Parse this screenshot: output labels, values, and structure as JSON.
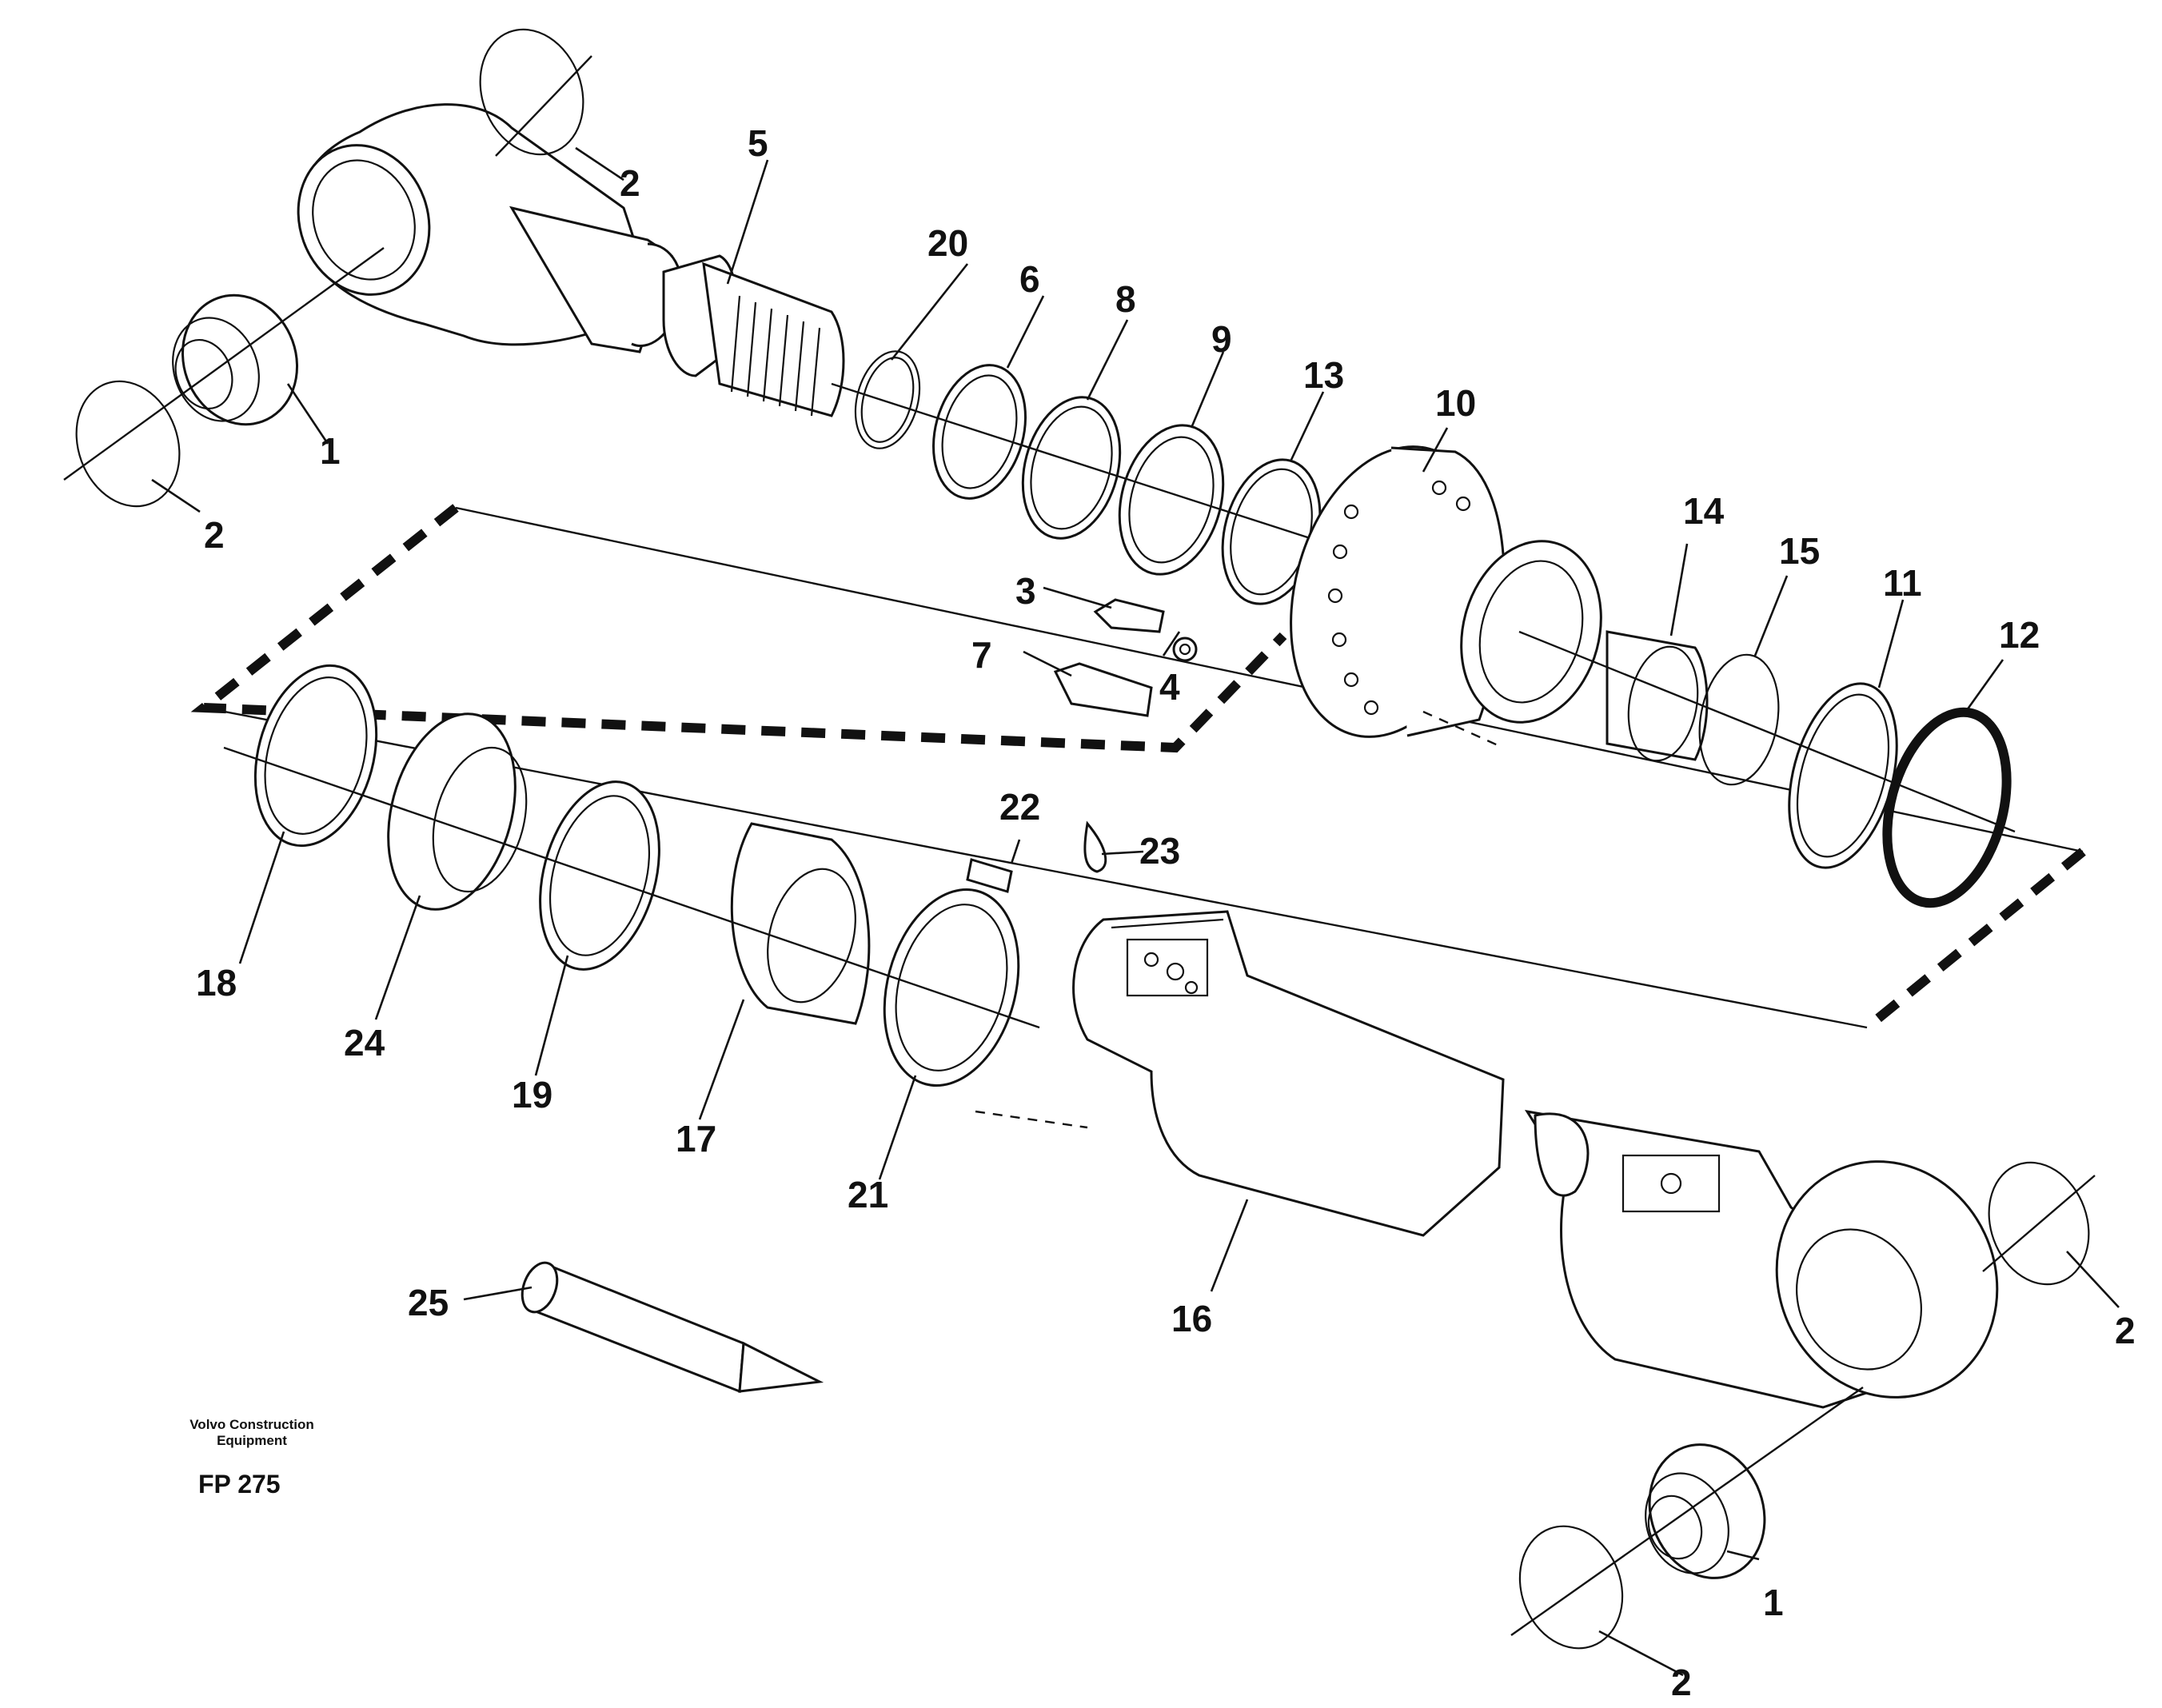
{
  "drawing": {
    "callouts": {
      "c1": "1",
      "c2": "2",
      "c3": "3",
      "c4": "4",
      "c5": "5",
      "c6": "6",
      "c7": "7",
      "c8": "8",
      "c9": "9",
      "c10": "10",
      "c11": "11",
      "c12": "12",
      "c13": "13",
      "c14": "14",
      "c15": "15",
      "c16": "16",
      "c17": "17",
      "c18": "18",
      "c19": "19",
      "c20": "20",
      "c21": "21",
      "c22": "22",
      "c23": "23",
      "c24": "24",
      "c25": "25"
    }
  },
  "footer": {
    "brand_line1": "Volvo Construction",
    "brand_line2": "Equipment",
    "figure_code": "FP 275"
  }
}
